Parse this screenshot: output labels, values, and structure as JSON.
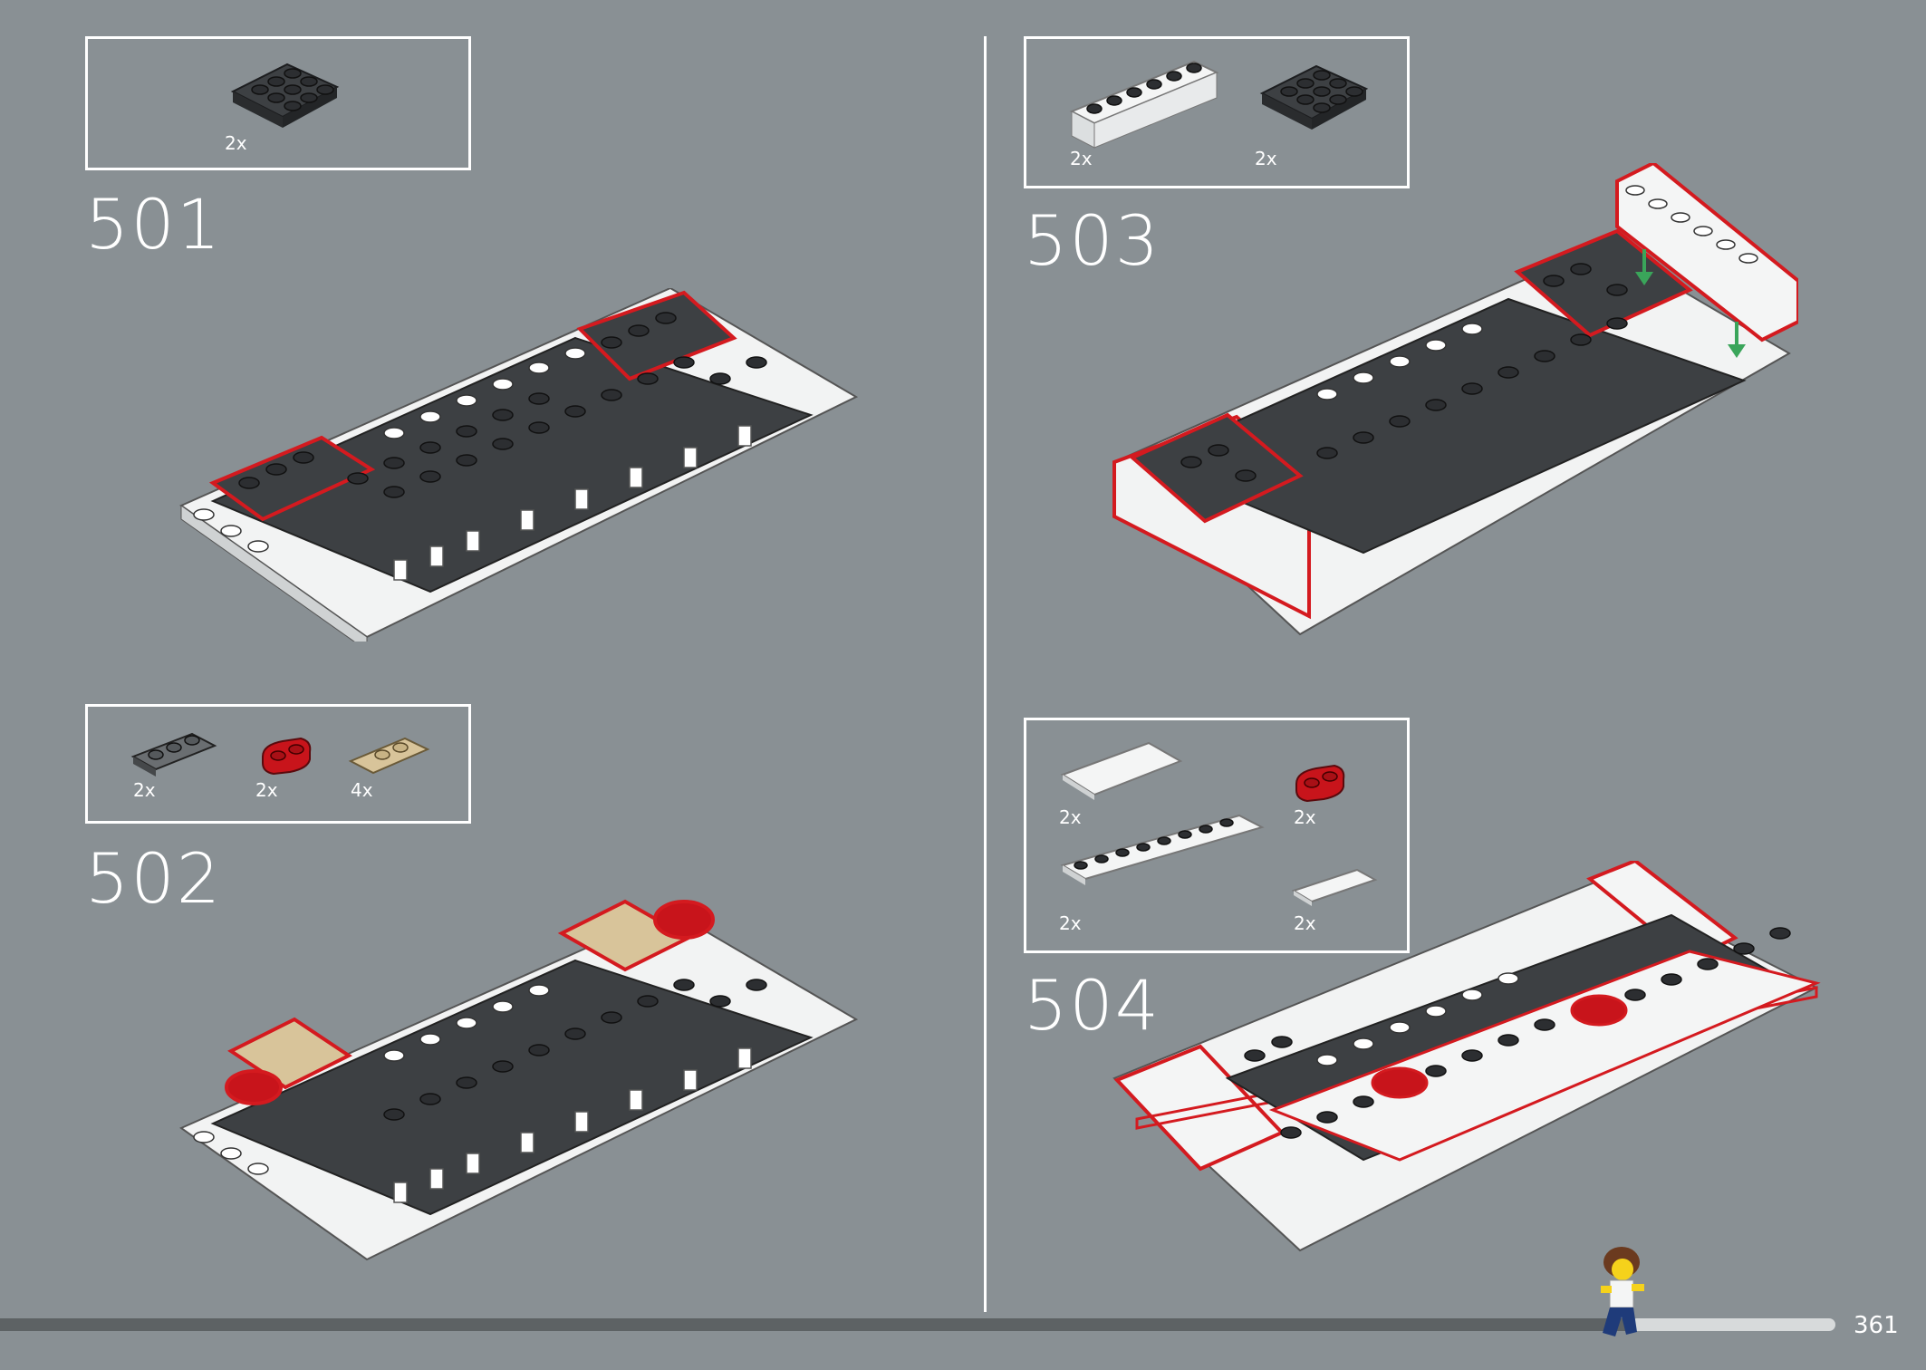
{
  "steps": [
    {
      "number": "501",
      "parts": [
        {
          "qty": "2x"
        }
      ]
    },
    {
      "number": "502",
      "parts": [
        {
          "qty": "2x"
        },
        {
          "qty": "2x"
        },
        {
          "qty": "4x"
        }
      ]
    },
    {
      "number": "503",
      "parts": [
        {
          "qty": "2x"
        },
        {
          "qty": "2x"
        }
      ]
    },
    {
      "number": "504",
      "parts": [
        {
          "qty": "2x"
        },
        {
          "qty": "2x"
        },
        {
          "qty": "2x"
        },
        {
          "qty": "2x"
        }
      ]
    }
  ],
  "page_number": "361",
  "colors": {
    "background": "#899094",
    "dark_gray_brick": "#3a3d40",
    "white_brick": "#f4f5f5",
    "red_brick": "#c8141b",
    "tan_brick": "#d8c49a",
    "highlight_outline": "#d41a1f",
    "arrow_green": "#3aa55a"
  },
  "icons": [
    "minifigure-runner-icon",
    "green-arrow-icon"
  ]
}
